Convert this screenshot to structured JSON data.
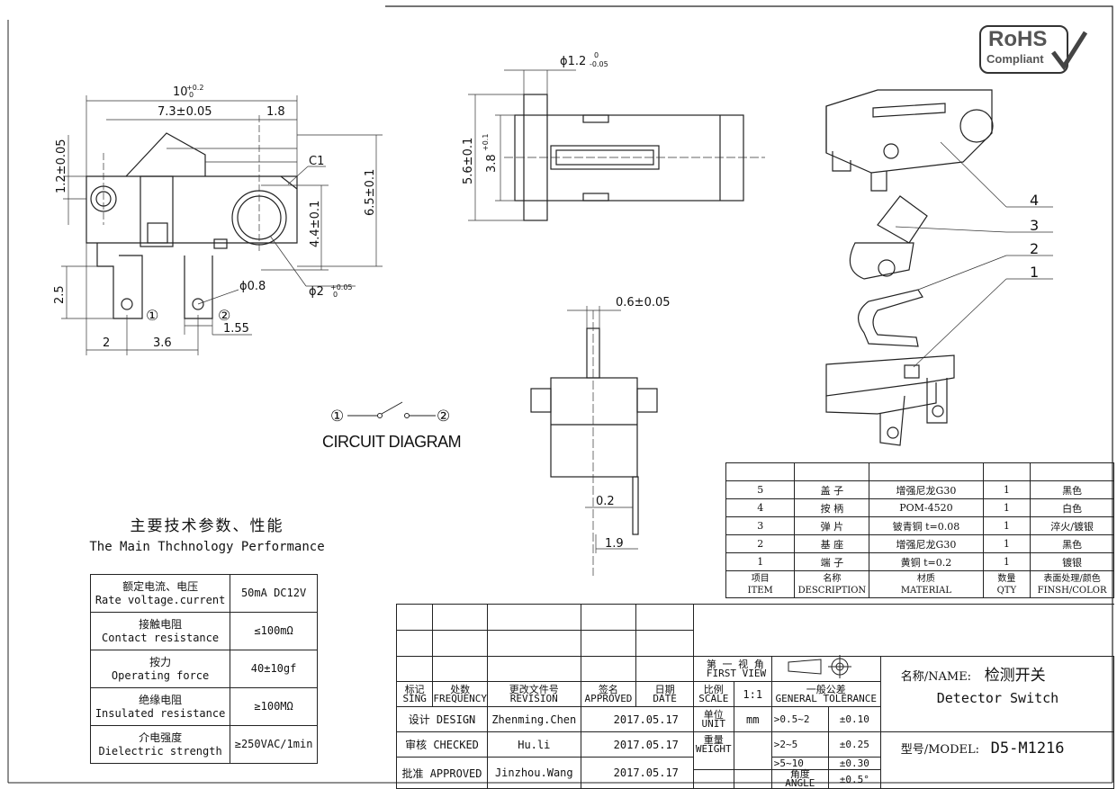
{
  "rohs": {
    "line1": "RoHS",
    "line2": "Compliant"
  },
  "top_view_dims": {
    "overall_width": "10",
    "overall_width_tol": "+0.2\n0",
    "left_part": "7.3±0.05",
    "right_part": "1.8",
    "chamfer": "C1",
    "side_offset": "1.2±0.05",
    "hole_height": "4.4±0.1",
    "total_height": "6.5±0.1",
    "pin_len": "2.5",
    "pin_hole": "ϕ0.8",
    "big_hole": "ϕ2",
    "big_hole_tol": "+0.05\n0",
    "pin_off": "2",
    "pin_pitch": "3.6",
    "pin_w": "1.55",
    "pin1": "①",
    "pin2": "②"
  },
  "front_view_dims": {
    "shaft_dia": "ϕ1.2",
    "shaft_tol": "0\n-0.05",
    "height": "5.6±0.1",
    "inner": "3.8",
    "inner_tol": "+0.1\n0"
  },
  "side_view_dims": {
    "thickness": "0.6±0.05",
    "lead": "0.2",
    "lead_w": "1.9"
  },
  "circuit": {
    "pin1": "①",
    "pin2": "②",
    "title": "CIRCUIT DIAGRAM"
  },
  "callouts": [
    "4",
    "3",
    "2",
    "1"
  ],
  "performance": {
    "title_cn": "主要技术参数、性能",
    "title_en": "The Main Thchnology Performance",
    "rows": [
      {
        "cn": "额定电流、电压",
        "en": "Rate voltage.current",
        "value": "50mA DC12V"
      },
      {
        "cn": "接触电阻",
        "en": "Contact resistance",
        "value": "≤100mΩ"
      },
      {
        "cn": "按力",
        "en": "Operating force",
        "value": "40±10gf"
      },
      {
        "cn": "绝缘电阻",
        "en": "Insulated resistance",
        "value": "≥100MΩ"
      },
      {
        "cn": "介电强度",
        "en": "Dielectric strength",
        "value": "≥250VAC/1min"
      }
    ]
  },
  "bom": {
    "rows": [
      {
        "item": "5",
        "desc": "盖 子",
        "material": "增强尼龙G30",
        "qty": "1",
        "finish": "黑色"
      },
      {
        "item": "4",
        "desc": "按 柄",
        "material": "POM-4520",
        "qty": "1",
        "finish": "白色"
      },
      {
        "item": "3",
        "desc": "弹 片",
        "material": "铍青铜 t=0.08",
        "qty": "1",
        "finish": "淬火/镀银"
      },
      {
        "item": "2",
        "desc": "基 座",
        "material": "增强尼龙G30",
        "qty": "1",
        "finish": "黑色"
      },
      {
        "item": "1",
        "desc": "端 子",
        "material": "黄铜 t=0.2",
        "qty": "1",
        "finish": "镀银"
      }
    ],
    "header": {
      "item_cn": "项目",
      "item_en": "ITEM",
      "desc_cn": "名称",
      "desc_en": "DESCRIPTION",
      "mat_cn": "材质",
      "mat_en": "MATERIAL",
      "qty_cn": "数量",
      "qty_en": "QTY",
      "fin_cn": "表面处理/颜色",
      "fin_en": "FINSH/COLOR"
    }
  },
  "titleblock": {
    "sign_cn": "标记",
    "sign_en": "SING",
    "freq_cn": "处数",
    "freq_en": "FREQUENCY",
    "rev_cn": "更改文件号",
    "rev_en": "REVISION",
    "appr_cn": "签名",
    "appr_en": "APPROVED",
    "date_cn": "日期",
    "date_en": "DATE",
    "first_view_cn": "第 一 视 角",
    "first_view_en": "FIRST VIEW",
    "scale_cn": "比例",
    "scale_en": "SCALE",
    "scale": "1:1",
    "gen_tol_cn": "一般公差",
    "gen_tol_en": "GENERAL TOLERANCE",
    "unit_cn": "单位",
    "unit_en": "UNIT",
    "unit": "mm",
    "weight_cn": "重量",
    "weight_en": "WEIGHT",
    "angle_cn": "角度",
    "angle_en": "ANGLE",
    "design_label": "设计 DESIGN",
    "design_name": "Zhenming.Chen",
    "design_date": "2017.05.17",
    "checked_label": "审核 CHECKED",
    "checked_name": "Hu.li",
    "checked_date": "2017.05.17",
    "approved_label": "批准 APPROVED",
    "approved_name": "Jinzhou.Wang",
    "approved_date": "2017.05.17",
    "tol_rows": [
      {
        "range": ">0.5~2",
        "tol": "±0.10"
      },
      {
        "range": ">2~5",
        "tol": "±0.25"
      },
      {
        "range": ">5~10",
        "tol": "±0.30"
      }
    ],
    "angle_tol": "±0.5°",
    "name_label": "名称/NAME:",
    "name_cn": "检测开关",
    "name_en": "Detector Switch",
    "model_label": "型号/MODEL:",
    "model": "D5-M1216"
  }
}
